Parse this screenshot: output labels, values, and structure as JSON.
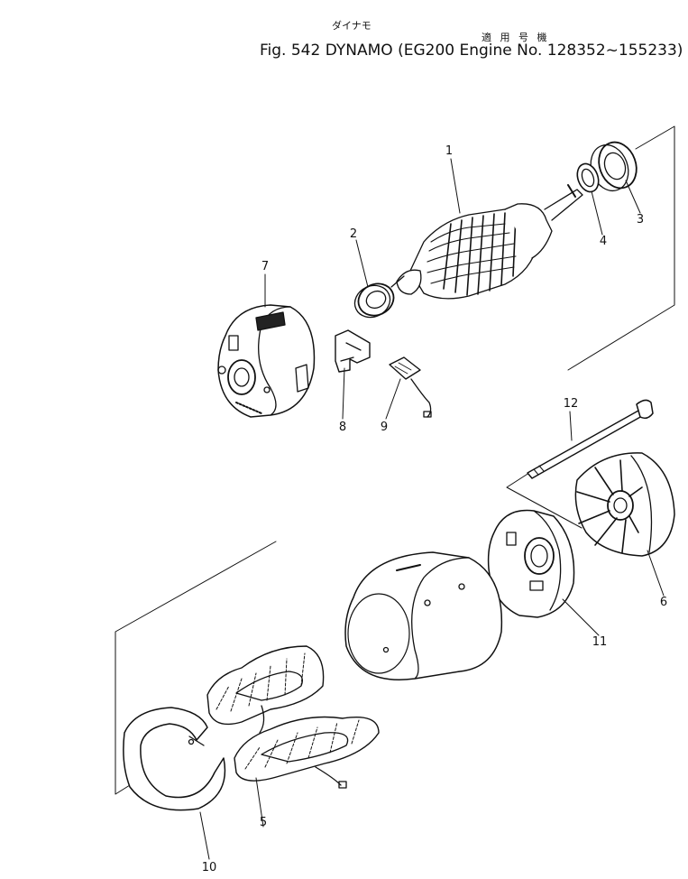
{
  "header": {
    "caption_jp": "ダイナモ",
    "applicability_jp": "適 用 号 機",
    "fig_label": "Fig. 542",
    "part_name": "DYNAMO",
    "applicability": "(EG200 Engine No. 128352~155233)"
  },
  "callouts": [
    "1",
    "2",
    "3",
    "4",
    "5",
    "6",
    "7",
    "8",
    "9",
    "10",
    "11",
    "12"
  ]
}
